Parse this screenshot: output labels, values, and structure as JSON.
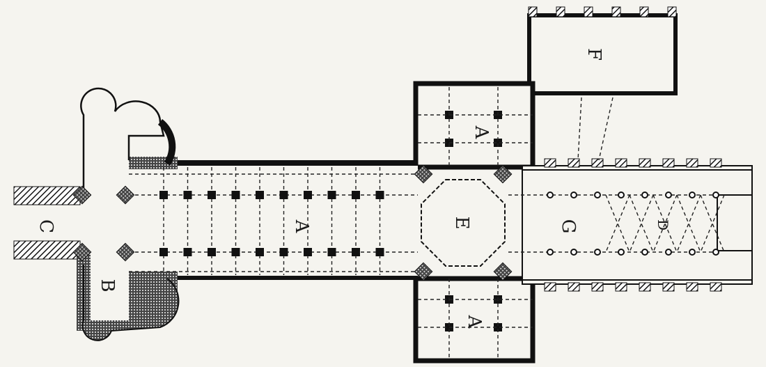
{
  "title": "Church floor plan",
  "labels": {
    "nave": "A",
    "north_transept": "A",
    "south_transept": "A",
    "tower_chapel": "B",
    "west_porch": "C",
    "choir_vault": "D",
    "crossing": "E",
    "side_chapel": "F",
    "presbytery": "G"
  },
  "colors": {
    "ink": "#111111",
    "paper": "#f5f4ef"
  }
}
